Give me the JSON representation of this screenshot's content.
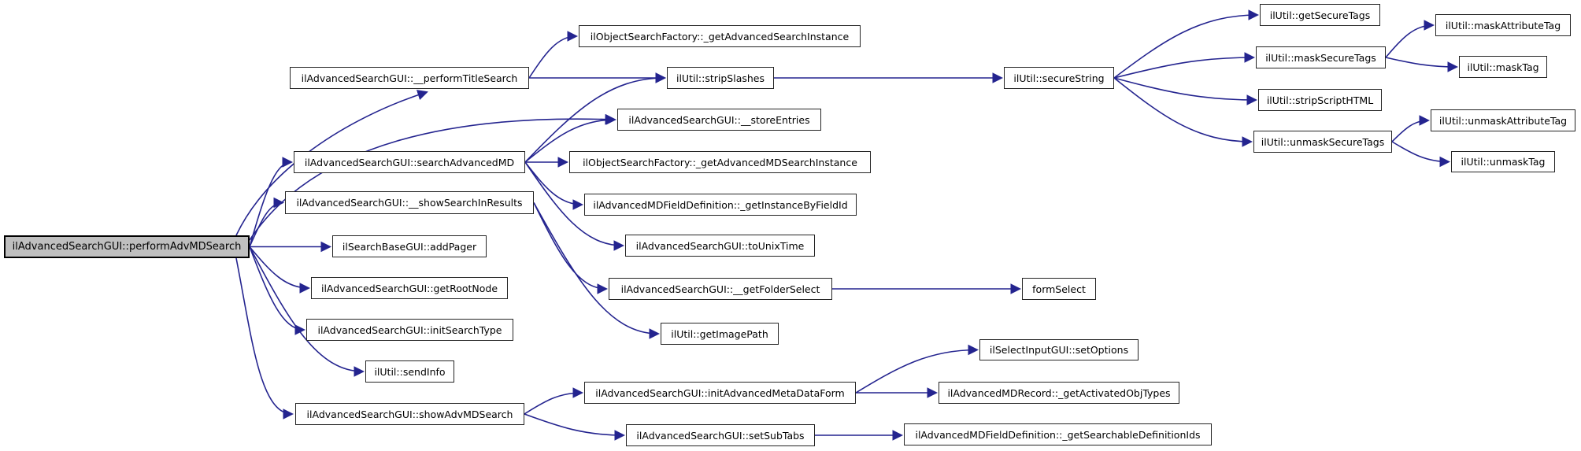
{
  "diagram": {
    "type": "call-graph",
    "colors": {
      "edge": "#24248f",
      "node_bg": "#ffffff",
      "node_border": "#242424",
      "root_bg": "#bfbfbf",
      "root_border": "#000000",
      "text": "#000000"
    },
    "nodes": [
      {
        "id": "performAdvMDSearch",
        "label": "ilAdvancedSearchGUI::performAdvMDSearch",
        "role": "root"
      },
      {
        "id": "performTitleSearch",
        "label": "ilAdvancedSearchGUI::__performTitleSearch",
        "role": "callee"
      },
      {
        "id": "searchAdvancedMD",
        "label": "ilAdvancedSearchGUI::searchAdvancedMD",
        "role": "callee"
      },
      {
        "id": "showSearchInResults",
        "label": "ilAdvancedSearchGUI::__showSearchInResults",
        "role": "callee"
      },
      {
        "id": "addPager",
        "label": "ilSearchBaseGUI::addPager",
        "role": "callee"
      },
      {
        "id": "getRootNode",
        "label": "ilAdvancedSearchGUI::getRootNode",
        "role": "callee"
      },
      {
        "id": "initSearchType",
        "label": "ilAdvancedSearchGUI::initSearchType",
        "role": "callee"
      },
      {
        "id": "sendInfo",
        "label": "ilUtil::sendInfo",
        "role": "callee"
      },
      {
        "id": "showAdvMDSearch",
        "label": "ilAdvancedSearchGUI::showAdvMDSearch",
        "role": "callee"
      },
      {
        "id": "getAdvancedSearchInstance",
        "label": "ilObjectSearchFactory::_getAdvancedSearchInstance",
        "role": "callee"
      },
      {
        "id": "stripSlashes",
        "label": "ilUtil::stripSlashes",
        "role": "callee"
      },
      {
        "id": "storeEntries",
        "label": "ilAdvancedSearchGUI::__storeEntries",
        "role": "callee"
      },
      {
        "id": "getAdvancedMDSearchInstance",
        "label": "ilObjectSearchFactory::_getAdvancedMDSearchInstance",
        "role": "callee"
      },
      {
        "id": "getInstanceByFieldId",
        "label": "ilAdvancedMDFieldDefinition::_getInstanceByFieldId",
        "role": "callee"
      },
      {
        "id": "toUnixTime",
        "label": "ilAdvancedSearchGUI::toUnixTime",
        "role": "callee"
      },
      {
        "id": "getFolderSelect",
        "label": "ilAdvancedSearchGUI::__getFolderSelect",
        "role": "callee"
      },
      {
        "id": "getImagePath",
        "label": "ilUtil::getImagePath",
        "role": "callee"
      },
      {
        "id": "initAdvancedMetaDataForm",
        "label": "ilAdvancedSearchGUI::initAdvancedMetaDataForm",
        "role": "callee"
      },
      {
        "id": "setSubTabs",
        "label": "ilAdvancedSearchGUI::setSubTabs",
        "role": "callee"
      },
      {
        "id": "secureString",
        "label": "ilUtil::secureString",
        "role": "callee"
      },
      {
        "id": "formSelect",
        "label": "formSelect",
        "role": "callee"
      },
      {
        "id": "setOptions",
        "label": "ilSelectInputGUI::setOptions",
        "role": "callee"
      },
      {
        "id": "getActivatedObjTypes",
        "label": "ilAdvancedMDRecord::_getActivatedObjTypes",
        "role": "callee"
      },
      {
        "id": "getSearchableDefinitionIds",
        "label": "ilAdvancedMDFieldDefinition::_getSearchableDefinitionIds",
        "role": "callee"
      },
      {
        "id": "getSecureTags",
        "label": "ilUtil::getSecureTags",
        "role": "callee"
      },
      {
        "id": "maskSecureTags",
        "label": "ilUtil::maskSecureTags",
        "role": "callee"
      },
      {
        "id": "stripScriptHTML",
        "label": "ilUtil::stripScriptHTML",
        "role": "callee"
      },
      {
        "id": "unmaskSecureTags",
        "label": "ilUtil::unmaskSecureTags",
        "role": "callee"
      },
      {
        "id": "maskAttributeTag",
        "label": "ilUtil::maskAttributeTag",
        "role": "callee"
      },
      {
        "id": "maskTag",
        "label": "ilUtil::maskTag",
        "role": "callee"
      },
      {
        "id": "unmaskAttributeTag",
        "label": "ilUtil::unmaskAttributeTag",
        "role": "callee"
      },
      {
        "id": "unmaskTag",
        "label": "ilUtil::unmaskTag",
        "role": "callee"
      }
    ],
    "edges": [
      {
        "from": "performAdvMDSearch",
        "to": "performTitleSearch"
      },
      {
        "from": "performAdvMDSearch",
        "to": "storeEntries"
      },
      {
        "from": "performAdvMDSearch",
        "to": "searchAdvancedMD"
      },
      {
        "from": "performAdvMDSearch",
        "to": "showSearchInResults"
      },
      {
        "from": "performAdvMDSearch",
        "to": "addPager"
      },
      {
        "from": "performAdvMDSearch",
        "to": "getRootNode"
      },
      {
        "from": "performAdvMDSearch",
        "to": "initSearchType"
      },
      {
        "from": "performAdvMDSearch",
        "to": "sendInfo"
      },
      {
        "from": "performAdvMDSearch",
        "to": "showAdvMDSearch"
      },
      {
        "from": "performTitleSearch",
        "to": "getAdvancedSearchInstance"
      },
      {
        "from": "performTitleSearch",
        "to": "stripSlashes"
      },
      {
        "from": "searchAdvancedMD",
        "to": "stripSlashes"
      },
      {
        "from": "searchAdvancedMD",
        "to": "storeEntries"
      },
      {
        "from": "searchAdvancedMD",
        "to": "getAdvancedMDSearchInstance"
      },
      {
        "from": "searchAdvancedMD",
        "to": "getInstanceByFieldId"
      },
      {
        "from": "searchAdvancedMD",
        "to": "toUnixTime"
      },
      {
        "from": "showSearchInResults",
        "to": "getFolderSelect"
      },
      {
        "from": "showSearchInResults",
        "to": "getImagePath"
      },
      {
        "from": "getFolderSelect",
        "to": "formSelect"
      },
      {
        "from": "stripSlashes",
        "to": "secureString"
      },
      {
        "from": "secureString",
        "to": "getSecureTags"
      },
      {
        "from": "secureString",
        "to": "maskSecureTags"
      },
      {
        "from": "secureString",
        "to": "stripScriptHTML"
      },
      {
        "from": "secureString",
        "to": "unmaskSecureTags"
      },
      {
        "from": "maskSecureTags",
        "to": "maskAttributeTag"
      },
      {
        "from": "maskSecureTags",
        "to": "maskTag"
      },
      {
        "from": "unmaskSecureTags",
        "to": "unmaskAttributeTag"
      },
      {
        "from": "unmaskSecureTags",
        "to": "unmaskTag"
      },
      {
        "from": "showAdvMDSearch",
        "to": "initAdvancedMetaDataForm"
      },
      {
        "from": "showAdvMDSearch",
        "to": "setSubTabs"
      },
      {
        "from": "initAdvancedMetaDataForm",
        "to": "setOptions"
      },
      {
        "from": "initAdvancedMetaDataForm",
        "to": "getActivatedObjTypes"
      },
      {
        "from": "setSubTabs",
        "to": "getSearchableDefinitionIds"
      }
    ]
  }
}
